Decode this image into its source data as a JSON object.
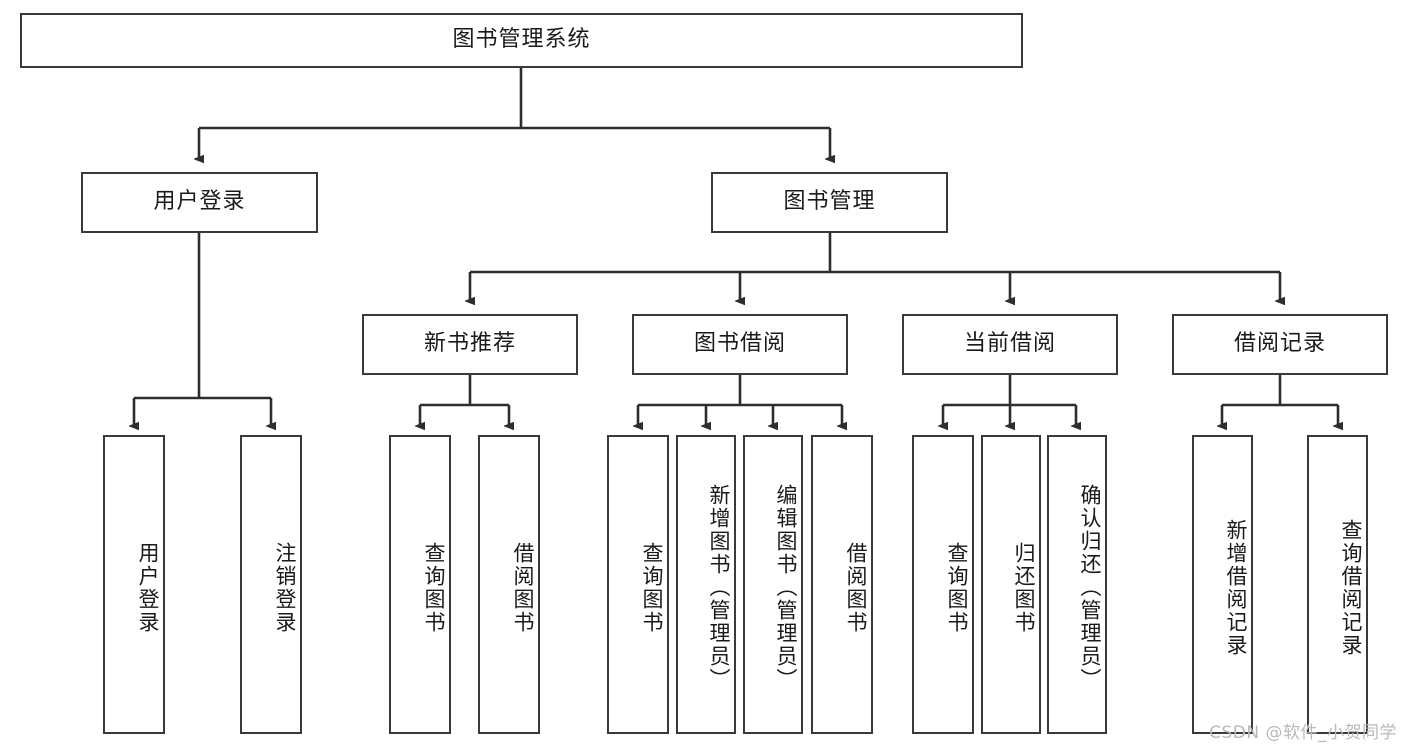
{
  "diagram": {
    "title": "图书管理系统",
    "watermark": "CSDN @软件_小贺同学",
    "root": {
      "label": "图书管理系统"
    },
    "level2": [
      {
        "label": "用户登录"
      },
      {
        "label": "图书管理"
      }
    ],
    "level3": [
      {
        "label": "新书推荐"
      },
      {
        "label": "图书借阅"
      },
      {
        "label": "当前借阅"
      },
      {
        "label": "借阅记录"
      }
    ],
    "leaves": {
      "user_login": [
        {
          "label": "用户登录"
        },
        {
          "label": "注销登录"
        }
      ],
      "new_book": [
        {
          "label": "查询图书"
        },
        {
          "label": "借阅图书"
        }
      ],
      "book_borrow": [
        {
          "label": "查询图书"
        },
        {
          "label": "新增图书（管理员）"
        },
        {
          "label": "编辑图书（管理员）"
        },
        {
          "label": "借阅图书"
        }
      ],
      "current_borrow": [
        {
          "label": "查询图书"
        },
        {
          "label": "归还图书"
        },
        {
          "label": "确认归还（管理员）"
        }
      ],
      "borrow_record": [
        {
          "label": "新增借阅记录"
        },
        {
          "label": "查询借阅记录"
        }
      ]
    },
    "colors": {
      "stroke": "#3a3a3a",
      "background": "#ffffff",
      "text": "#1a1a1a",
      "watermark": "#b9b9b9"
    }
  }
}
